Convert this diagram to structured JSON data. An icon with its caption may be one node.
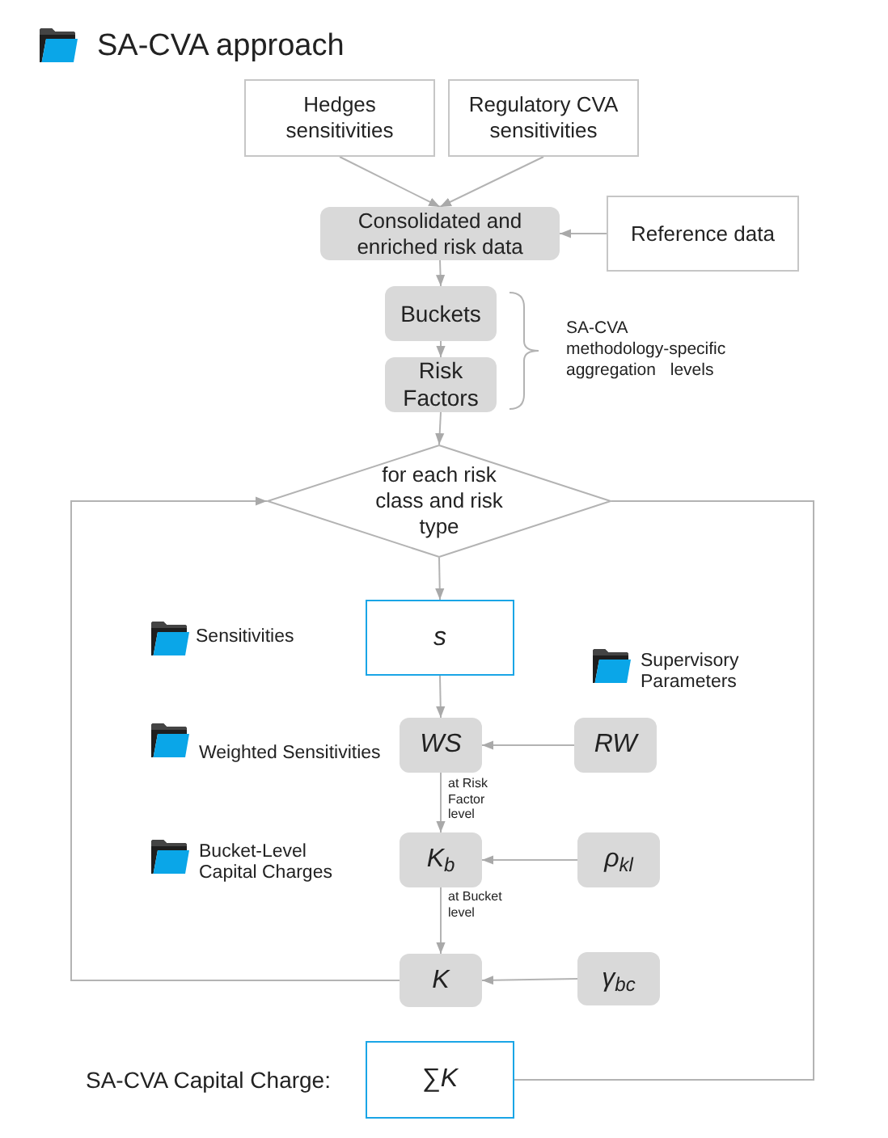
{
  "diagram": {
    "title": "SA-CVA approach",
    "nodes": [
      {
        "text": [
          "Hedges sensitivities"
        ]
      },
      {
        "text": [
          "Regulatory CVA sensitivities"
        ]
      },
      {
        "text": [
          "Consolidated and enriched risk data"
        ]
      },
      {
        "text": [
          "Reference data"
        ]
      },
      {
        "text": [
          "Buckets"
        ]
      },
      {
        "text": [
          "Risk Factors"
        ]
      },
      {
        "text": [
          "for each risk class and risk type"
        ]
      },
      {
        "text": [
          "s"
        ]
      },
      {
        "text": [
          "WS"
        ]
      },
      {
        "text": [
          "RW"
        ]
      },
      {
        "text": [
          "K$_{b}$"
        ]
      },
      {
        "text": [
          "ρ$_{kl}$"
        ]
      },
      {
        "text": [
          "K"
        ]
      },
      {
        "text": [
          "γ$_{bc}$"
        ]
      },
      {
        "text": [
          "∑*K*"
        ],
        "beside": [
          "SA-CVA Capital Charge:"
        ]
      }
    ],
    "edges": [
      {
        "from": 0,
        "to": 2,
        "arrow": "to"
      },
      {
        "from": 1,
        "to": 2,
        "arrow": "to"
      },
      {
        "from": 3,
        "to": 2,
        "arrow": "to"
      },
      {
        "from": 2,
        "to": 4,
        "arrow": "to"
      },
      {
        "from": 4,
        "to": 5,
        "arrow": "to"
      },
      {
        "from": 5,
        "to": 6,
        "arrow": "to"
      },
      {
        "from": 6,
        "to": 7,
        "arrow": "to"
      },
      {
        "from": 7,
        "to": 8,
        "arrow": "to"
      },
      {
        "from": 9,
        "to": 8,
        "arrow": "to"
      },
      {
        "from": 8,
        "to": 10,
        "arrow": "to",
        "label": "at Risk Factor level"
      },
      {
        "from": 11,
        "to": 10,
        "arrow": "to"
      },
      {
        "from": 10,
        "to": 12,
        "arrow": "to",
        "label": "at Bucket level"
      },
      {
        "from": 13,
        "to": 12,
        "arrow": "to"
      },
      {
        "from": 12,
        "to": 6,
        "arrow": "to"
      },
      {
        "from": 6,
        "to": 14,
        "arrow": "none"
      }
    ],
    "labels": [
      "SA-CVA methodology-specific aggregation levels",
      "Sensitivities",
      "Supervisory Parameters",
      "Weighted Sensitivities",
      "Bucket-Level Capital Charges"
    ]
  }
}
